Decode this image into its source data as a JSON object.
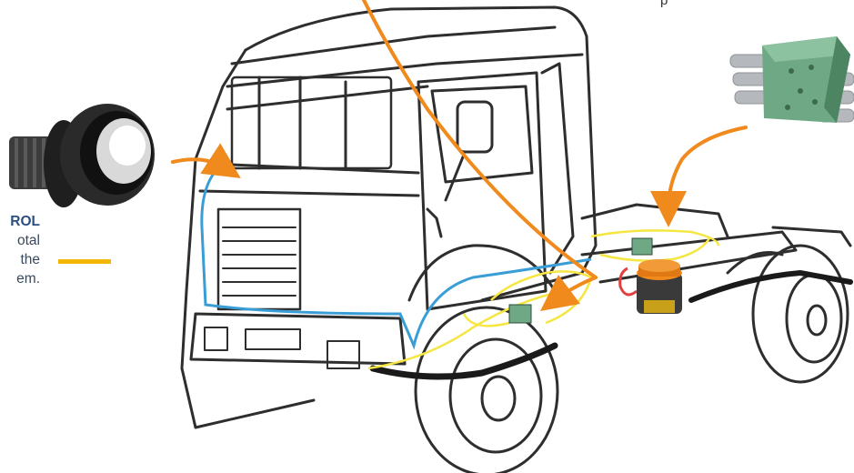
{
  "caption": {
    "title_fragment": "ROL",
    "line_1": "otal",
    "line_2": "the",
    "line_3": "em."
  },
  "cut_label": "p",
  "colors": {
    "accent": "#f2b705",
    "arrow": "#f08a1d",
    "wire_blue": "#3a9ed6",
    "wire_yellow": "#f5e642",
    "wire_red": "#e04040",
    "block_green": "#6fa884",
    "title_blue": "#2b4f82"
  },
  "icons": [
    "push-button-icon",
    "distribution-block-icon",
    "lubrication-pump-icon",
    "junction-block-icon"
  ]
}
